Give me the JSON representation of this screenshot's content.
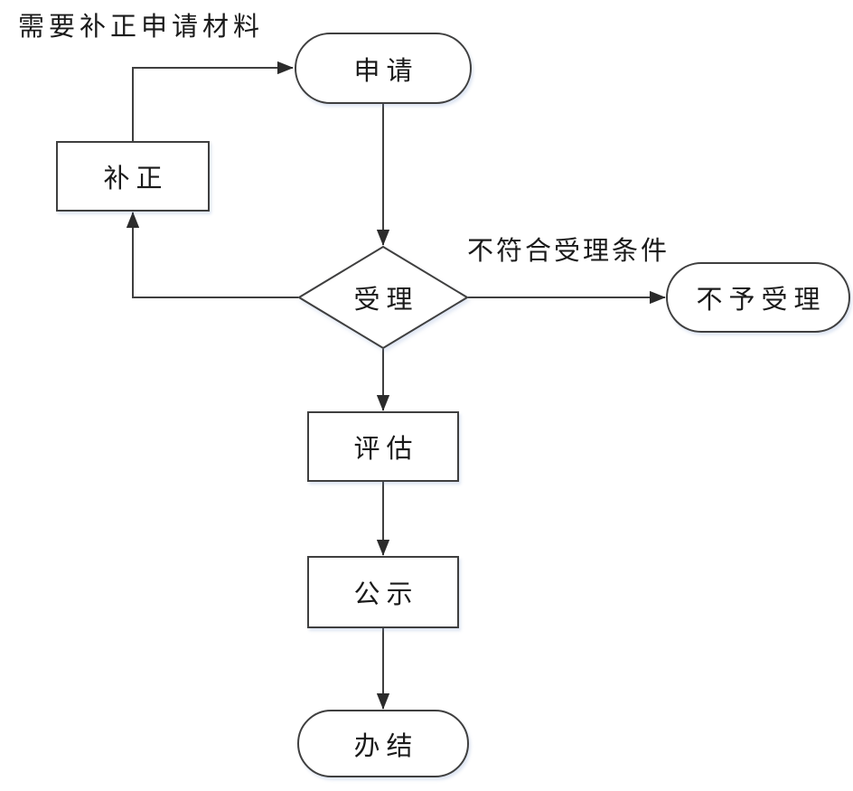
{
  "diagram": {
    "type": "flowchart",
    "colors": {
      "line": "#3f3f3f",
      "text": "#1a1a1a",
      "node_fill": "#ffffff",
      "background": "#ffffff"
    },
    "nodes": [
      {
        "id": "apply",
        "type": "terminator",
        "label": "申请"
      },
      {
        "id": "supplement",
        "type": "process",
        "label": "补正"
      },
      {
        "id": "accept",
        "type": "decision",
        "label": "受理"
      },
      {
        "id": "reject",
        "type": "terminator",
        "label": "不予受理"
      },
      {
        "id": "evaluate",
        "type": "process",
        "label": "评估"
      },
      {
        "id": "publicity",
        "type": "process",
        "label": "公示"
      },
      {
        "id": "complete",
        "type": "terminator",
        "label": "办结"
      }
    ],
    "edges": [
      {
        "from": "受理",
        "to": "补正",
        "label": ""
      },
      {
        "from": "补正",
        "to": "申请",
        "label": "需要补正申请材料"
      },
      {
        "from": "申请",
        "to": "受理",
        "label": ""
      },
      {
        "from": "受理",
        "to": "不予受理",
        "label": "不符合受理条件"
      },
      {
        "from": "受理",
        "to": "评估",
        "label": ""
      },
      {
        "from": "评估",
        "to": "公示",
        "label": ""
      },
      {
        "from": "公示",
        "to": "办结",
        "label": ""
      }
    ]
  }
}
